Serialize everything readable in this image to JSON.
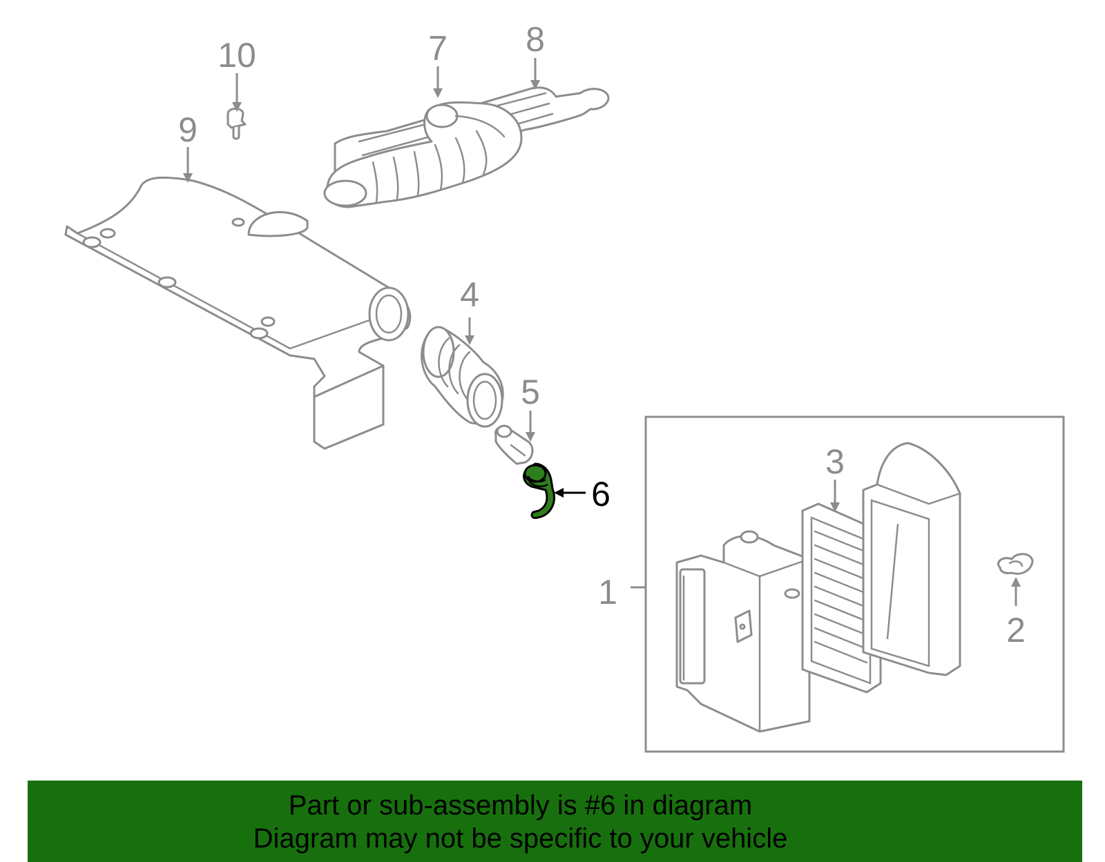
{
  "callouts": {
    "c1": "1",
    "c2": "2",
    "c3": "3",
    "c4": "4",
    "c5": "5",
    "c6": "6",
    "c7": "7",
    "c8": "8",
    "c9": "9",
    "c10": "10"
  },
  "highlighted_part": "6",
  "footer": {
    "line1": "Part or sub-assembly is #6 in diagram",
    "line2": "Diagram may not be specific to your vehicle"
  },
  "colors": {
    "highlight": "#2e7d1e",
    "banner": "#17700d",
    "line_art": "#8c8c8c"
  }
}
